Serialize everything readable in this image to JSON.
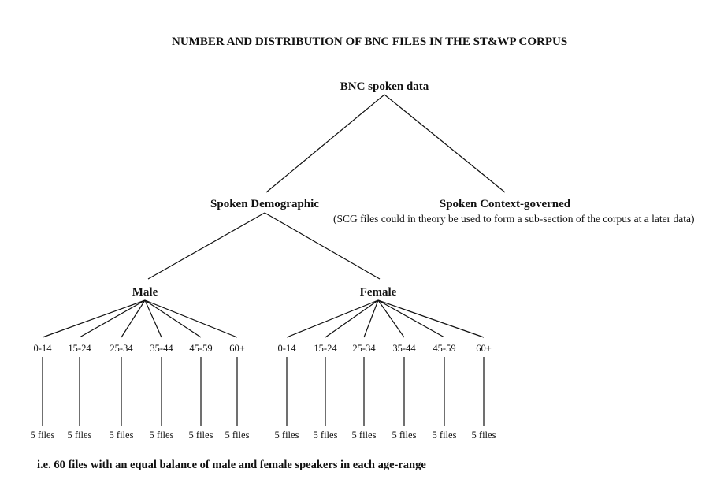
{
  "title": "NUMBER AND DISTRIBUTION OF BNC FILES IN THE ST&WP CORPUS",
  "root": "BNC spoken data",
  "branches": {
    "demographic": "Spoken Demographic",
    "context": "Spoken Context-governed",
    "context_note": "(SCG files could in theory be used to form a sub-section of the corpus at a later data)"
  },
  "genders": {
    "male": "Male",
    "female": "Female"
  },
  "male_age_ranges": [
    "0-14",
    "15-24",
    "25-34",
    "35-44",
    "45-59",
    "60+"
  ],
  "female_age_ranges": [
    "0-14",
    "15-24",
    "25-34",
    "35-44",
    "45-59",
    "60+"
  ],
  "male_files": [
    "5 files",
    "5 files",
    "5 files",
    "5 files",
    "5 files",
    "5 files"
  ],
  "female_files": [
    "5 files",
    "5 files",
    "5 files",
    "5 files",
    "5 files",
    "5 files"
  ],
  "footer": "i.e. 60 files with an equal balance of male and female speakers in each age-range"
}
